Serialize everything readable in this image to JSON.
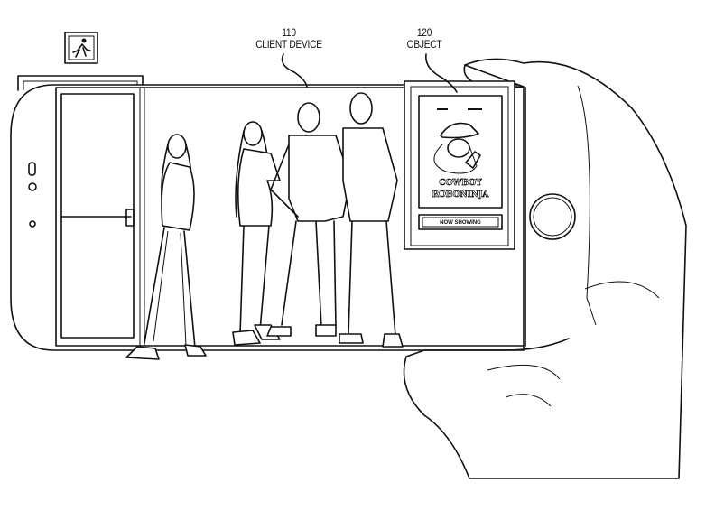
{
  "labels": {
    "client_device": {
      "ref": "110",
      "text": "CLIENT DEVICE"
    },
    "object": {
      "ref": "120",
      "text": "OBJECT"
    }
  },
  "poster": {
    "title_line1": "COWBOY",
    "title_line2": "ROBONINJA",
    "banner": "NOW SHOWING"
  },
  "icons": [
    "exit-sign-icon",
    "camera-icon",
    "home-button-icon"
  ]
}
